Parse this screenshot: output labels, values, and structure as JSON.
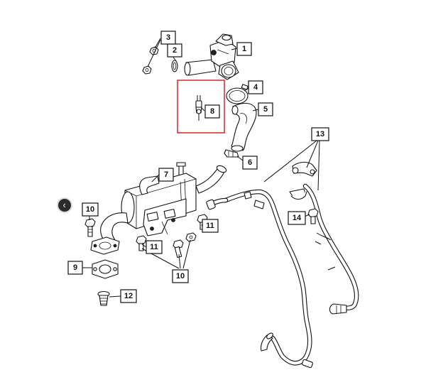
{
  "callouts": [
    {
      "id": "c1",
      "label": "1"
    },
    {
      "id": "c2",
      "label": "2"
    },
    {
      "id": "c3",
      "label": "3"
    },
    {
      "id": "c4",
      "label": "4"
    },
    {
      "id": "c5",
      "label": "5"
    },
    {
      "id": "c6",
      "label": "6"
    },
    {
      "id": "c7",
      "label": "7"
    },
    {
      "id": "c8",
      "label": "8"
    },
    {
      "id": "c9",
      "label": "9"
    },
    {
      "id": "c10a",
      "label": "10"
    },
    {
      "id": "c10b",
      "label": "10"
    },
    {
      "id": "c11a",
      "label": "11"
    },
    {
      "id": "c11b",
      "label": "11"
    },
    {
      "id": "c12",
      "label": "12"
    },
    {
      "id": "c13",
      "label": "13"
    },
    {
      "id": "c14",
      "label": "14"
    }
  ],
  "highlight": {
    "callout": "8",
    "color": "#d9343a"
  },
  "nav": {
    "icon": "chevron-left-icon",
    "glyph": "‹"
  }
}
